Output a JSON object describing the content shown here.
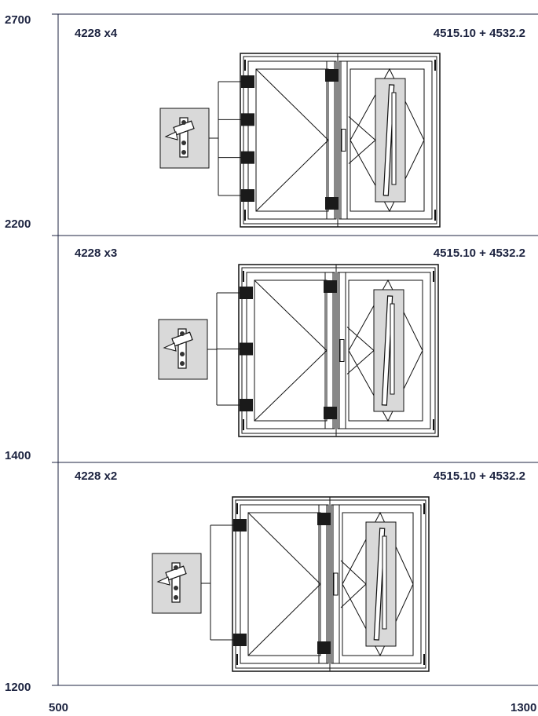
{
  "axis": {
    "y_ticks": [
      "2700",
      "2200",
      "1400",
      "1200"
    ],
    "x_ticks": [
      "500",
      "1300"
    ]
  },
  "sections": [
    {
      "hinge_label": "4228 x4",
      "fitting_label": "4515.10 + 4532.2",
      "hinge_count": 4
    },
    {
      "hinge_label": "4228 x3",
      "fitting_label": "4515.10 + 4532.2",
      "hinge_count": 3
    },
    {
      "hinge_label": "4228 x2",
      "fitting_label": "4515.10 + 4532.2",
      "hinge_count": 2
    }
  ],
  "colors": {
    "text": "#1c2340",
    "block": "#1a1a1a",
    "detail_bg": "#d9d9d9"
  }
}
